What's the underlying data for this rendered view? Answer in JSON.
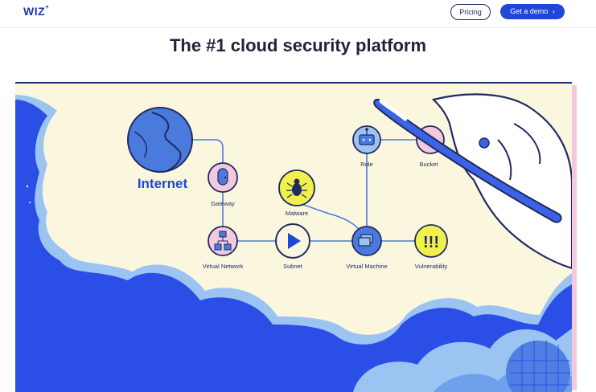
{
  "header": {
    "logo_text": "WIZ",
    "logo_mark": "+",
    "pricing_label": "Pricing",
    "demo_label": "Get a demo",
    "demo_chevron": "›"
  },
  "hero": {
    "title": "The #1 cloud security platform"
  },
  "diagram": {
    "internet_label": "Internet",
    "nodes": {
      "gateway": "Gateway",
      "malware": "Malware",
      "role": "Role",
      "bucket": "Bucket",
      "virtual_network": "Virtual Network",
      "subnet": "Subnet",
      "virtual_machine": "Virtual Machine",
      "vulnerability": "Vulnerability"
    },
    "vulnerability_mark": "!!!"
  },
  "colors": {
    "brand_blue": "#1f47d8",
    "navy": "#1f2a64",
    "cream": "#fbf7df",
    "pink": "#f4c9dd",
    "yellow": "#f2f14a",
    "node_blue": "#4a7bdc",
    "cloud_blue": "#2b4fe6"
  }
}
